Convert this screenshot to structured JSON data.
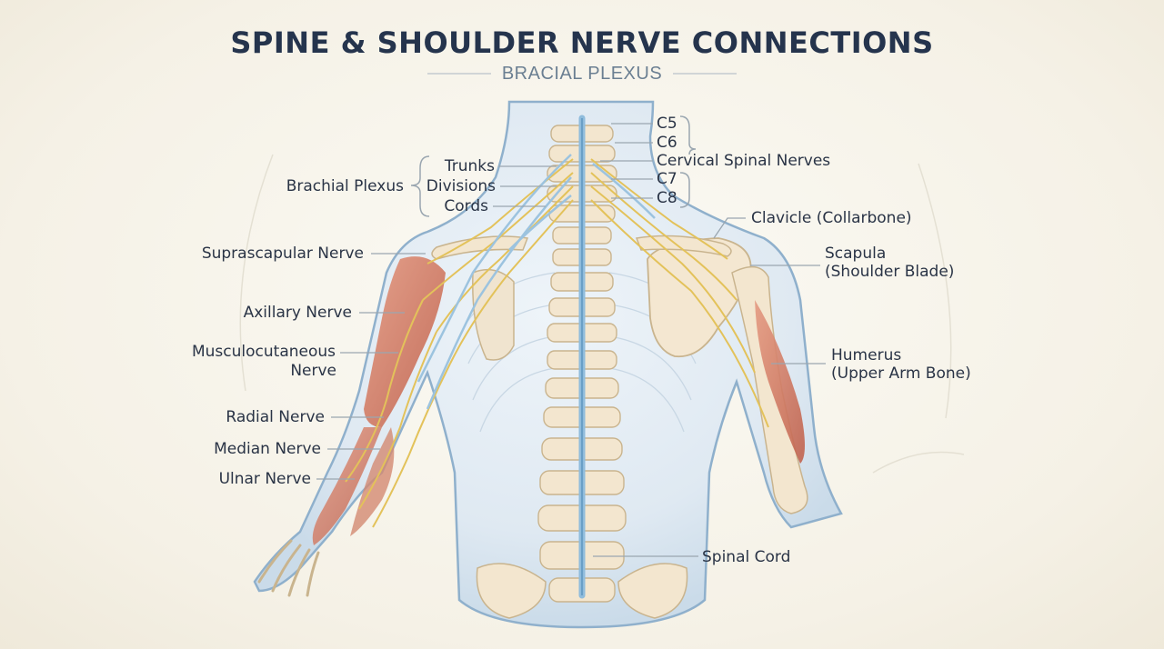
{
  "title": "SPINE & SHOULDER NERVE CONNECTIONS",
  "subtitle": "BRACIAL PLEXUS",
  "labels": {
    "c5": "C5",
    "c6": "C6",
    "cervical_spinal_nerves": "Cervical Spinal Nerves",
    "c7": "C7",
    "c8": "C8",
    "trunks": "Trunks",
    "divisions": "Divisions",
    "cords": "Cords",
    "brachial_plexus": "Brachial Plexus",
    "suprascapular_nerve": "Suprascapular Nerve",
    "axillary_nerve": "Axillary Nerve",
    "musculocutaneous_1": "Musculocutaneous",
    "musculocutaneous_2": "Nerve",
    "radial_nerve": "Radial Nerve",
    "median_nerve": "Median Nerve",
    "ulnar_nerve": "Ulnar Nerve",
    "clavicle": "Clavicle (Collarbone)",
    "scapula_1": "Scapula",
    "scapula_2": "(Shoulder Blade)",
    "humerus_1": "Humerus",
    "humerus_2": "(Upper Arm Bone)",
    "spinal_cord": "Spinal Cord"
  },
  "colors": {
    "title": "#25344d",
    "body_outline": "#8fb0cc",
    "spinal_cord": "#8fbcdc",
    "nerve": "#e3c25a",
    "bone": "#f3e6cf",
    "muscle": "#cf7a62",
    "leader": "#9aa6b0"
  }
}
